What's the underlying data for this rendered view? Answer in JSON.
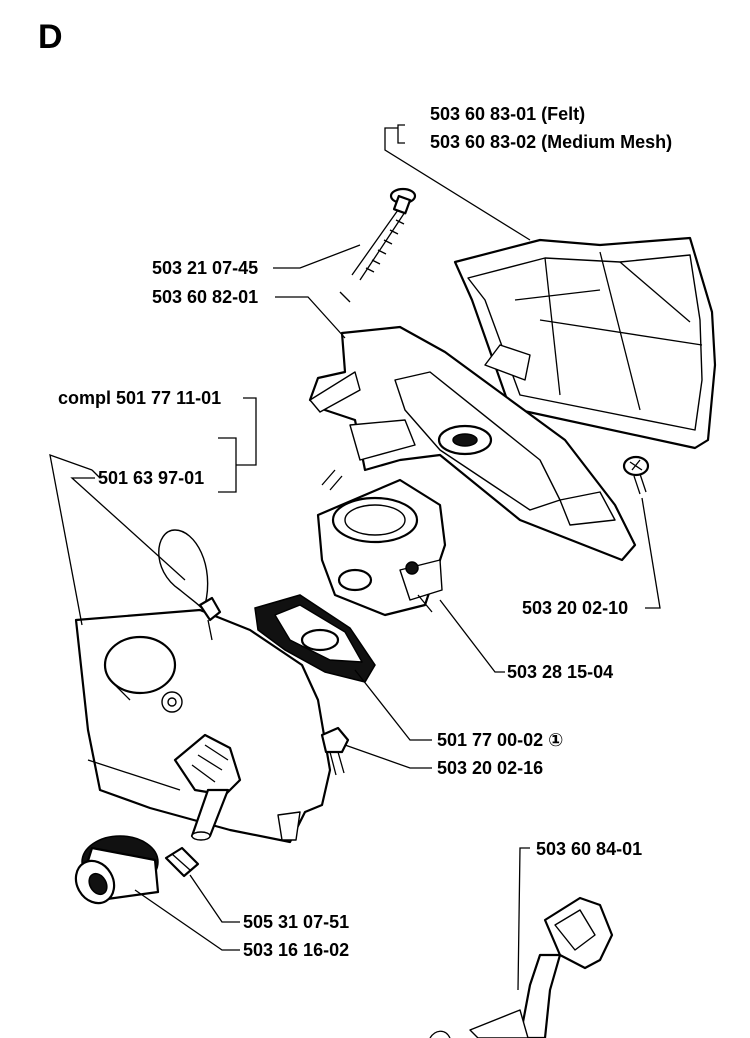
{
  "section_letter": "D",
  "labels": {
    "felt": "503 60 83-01 (Felt)",
    "mesh": "503 60 83-02 (Medium Mesh)",
    "screw_long": "503 21 07-45",
    "filter_holder": "503 60 82-01",
    "compl": "compl 501 77 11-01",
    "cover": "501 63 97-01",
    "screw_cover": "503 20 02-10",
    "carburetor": "503 28 15-04",
    "gasket": "501 77 00-02 ①",
    "screw_small": "503 20 02-16",
    "bracket": "503 60 84-01",
    "bushing": "505 31 07-51",
    "knob": "503 16 16-02"
  }
}
